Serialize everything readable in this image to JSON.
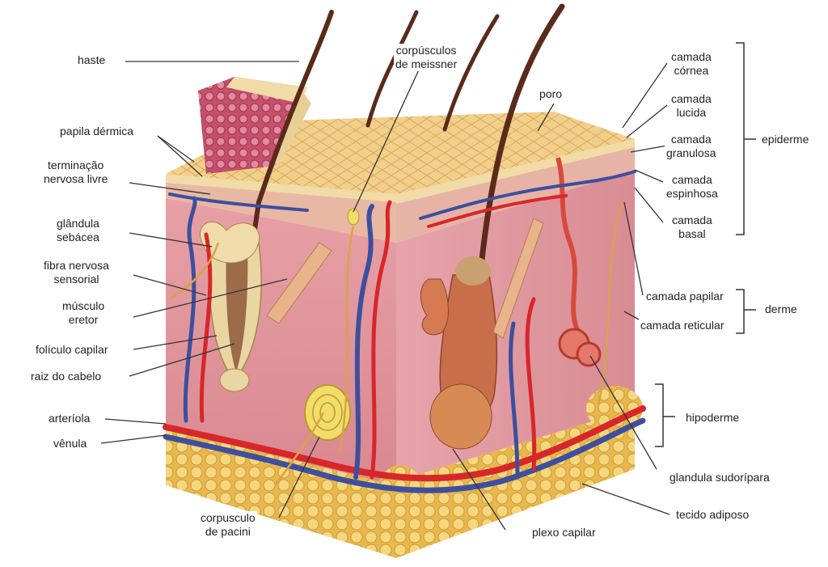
{
  "labels": {
    "haste": "haste",
    "papila_dermica": "papila dérmica",
    "terminacao_1": "terminação",
    "terminacao_2": "nervosa livre",
    "glandula_sebacea_1": "glândula",
    "glandula_sebacea_2": "sebácea",
    "fibra_nervosa_1": "fibra nervosa",
    "fibra_nervosa_2": "sensorial",
    "musculo_eretor_1": "músculo",
    "musculo_eretor_2": "eretor",
    "foliculo_capilar": "folículo capilar",
    "raiz_do_cabelo": "raiz do cabelo",
    "arteriola": "arteríola",
    "venula": "vênula",
    "corpusculo_pacini_1": "corpusculo",
    "corpusculo_pacini_2": "de pacini",
    "meissner_1": "corpúsculos",
    "meissner_2": "de meissner",
    "poro": "poro",
    "camada_cornea_1": "camada",
    "camada_cornea_2": "córnea",
    "camada_lucida_1": "camada",
    "camada_lucida_2": "lucida",
    "camada_granulosa_1": "camada",
    "camada_granulosa_2": "granulosa",
    "camada_espinhosa_1": "camada",
    "camada_espinhosa_2": "espinhosa",
    "camada_basal_1": "camada",
    "camada_basal_2": "basal",
    "epiderme": "epiderme",
    "camada_papilar": "camada papilar",
    "camada_reticular": "camada reticular",
    "derme": "derme",
    "hipoderme": "hipoderme",
    "glandula_sudoripara": "glandula sudorípara",
    "tecido_adiposo": "tecido adiposo",
    "plexo_capilar": "plexo capilar"
  },
  "colors": {
    "epidermis_top": "#f2cf8a",
    "epidermis_side": "#f4dca0",
    "dermis": "#e8a0a6",
    "dermis_dark": "#d57f88",
    "artery": "#d8262a",
    "vein": "#3d4f9e",
    "fat": "#f0c86a",
    "nerve": "#d9a24a",
    "hair": "#5a2a1a"
  }
}
